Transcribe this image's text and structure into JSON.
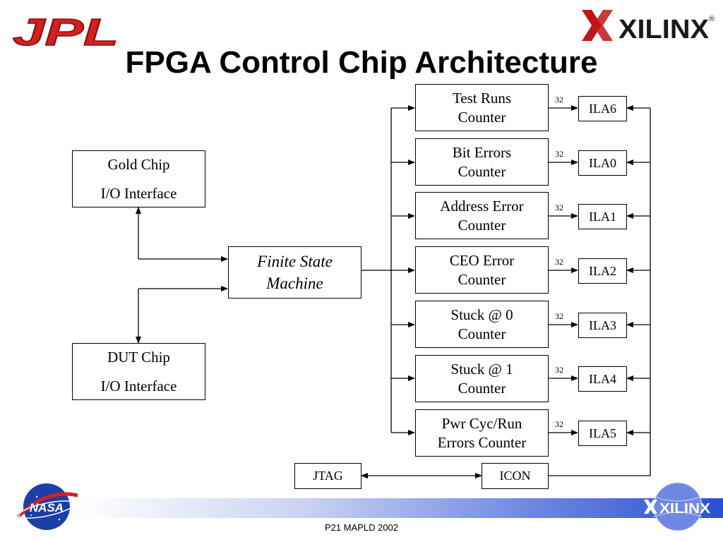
{
  "slide": {
    "title": "FPGA Control Chip Architecture",
    "footer": "P21 MAPLD 2002"
  },
  "logos": {
    "jpl": "JPL",
    "xilinx_top": "XILINX",
    "nasa": "NASA",
    "xilinx_bottom": "XILINX"
  },
  "blocks": {
    "gold_chip": [
      "Gold Chip",
      "I/O Interface"
    ],
    "dut_chip": [
      "DUT Chip",
      "I/O Interface"
    ],
    "fsm": [
      "Finite State",
      "Machine"
    ],
    "jtag": "JTAG",
    "icon": "ICON"
  },
  "counters": [
    {
      "line1": "Test Runs",
      "line2": "Counter",
      "ila": "ILA6",
      "width": "32"
    },
    {
      "line1": "Bit Errors",
      "line2": "Counter",
      "ila": "ILA0",
      "width": "32"
    },
    {
      "line1": "Address Error",
      "line2": "Counter",
      "ila": "ILA1",
      "width": "32"
    },
    {
      "line1": "CEO Error",
      "line2": "Counter",
      "ila": "ILA2",
      "width": "32"
    },
    {
      "line1": "Stuck @ 0",
      "line2": "Counter",
      "ila": "ILA3",
      "width": "32"
    },
    {
      "line1": "Stuck @ 1",
      "line2": "Counter",
      "ila": "ILA4",
      "width": "32"
    },
    {
      "line1": "Pwr Cyc/Run",
      "line2": "Errors Counter",
      "ila": "ILA5",
      "width": "32"
    }
  ],
  "colors": {
    "jpl_red": "#d42020",
    "xilinx_red": "#c0151b",
    "nasa_blue": "#1b3fa6",
    "footer_blue": "#2c4fd3"
  }
}
